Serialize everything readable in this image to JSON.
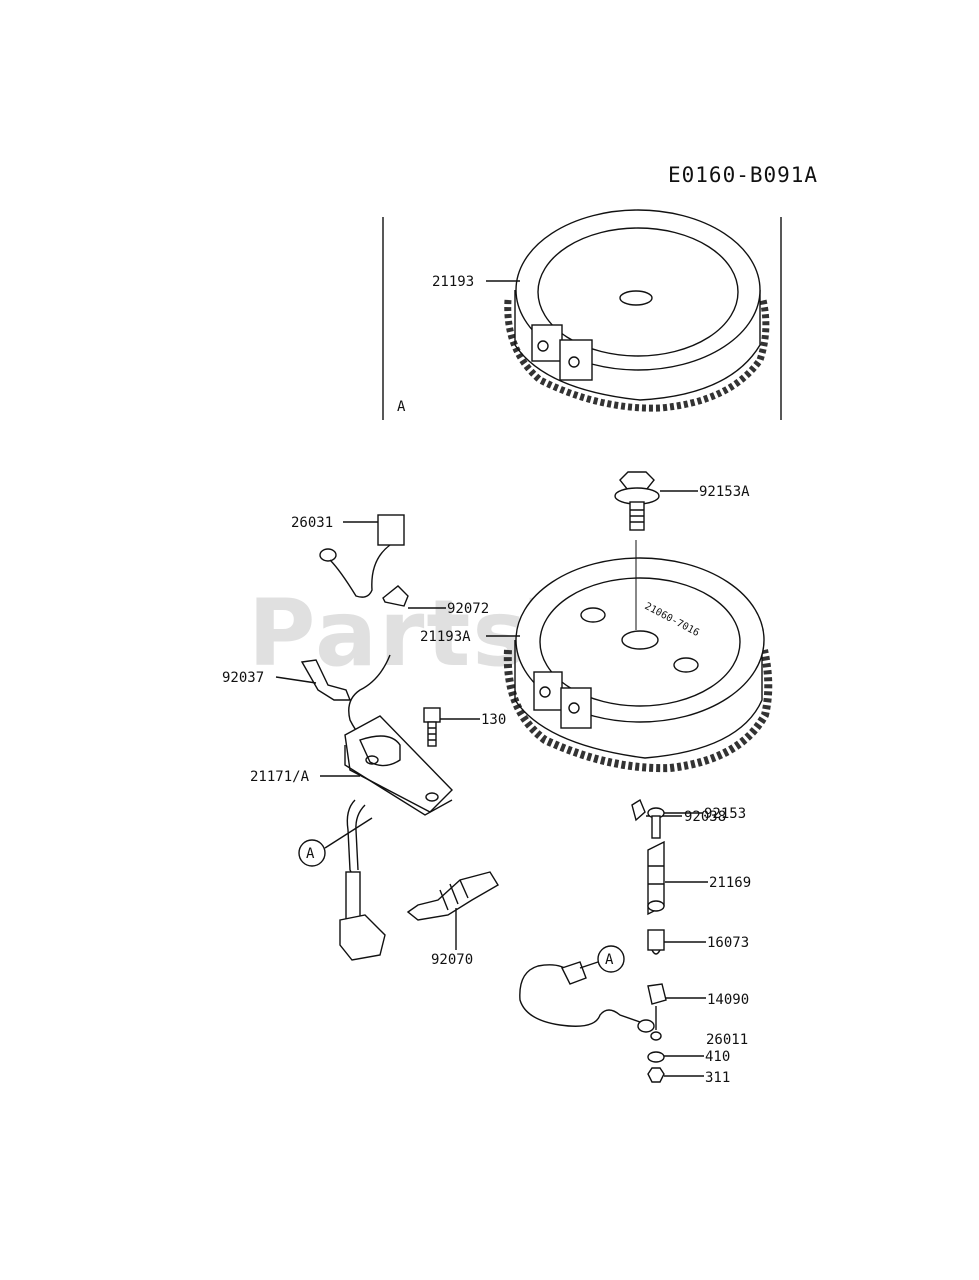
{
  "diagram_code": "E0160-B091A",
  "watermark": "PartsTree",
  "watermark_mark": "™",
  "inset_ref": "A",
  "flywheel_stamp": "21060-7016",
  "callouts": {
    "c21193": "21193",
    "c92153A": "92153A",
    "c26031": "26031",
    "c92072": "92072",
    "c21193A": "21193A",
    "c92037": "92037",
    "c130": "130",
    "c21171A": "21171/A",
    "c92038": "92038",
    "c92153": "92153",
    "c21169": "21169",
    "c16073": "16073",
    "c92070": "92070",
    "c14090": "14090",
    "c26011": "26011",
    "c410": "410",
    "c311": "311"
  },
  "ref_circles": {
    "left": "A",
    "right": "A"
  }
}
